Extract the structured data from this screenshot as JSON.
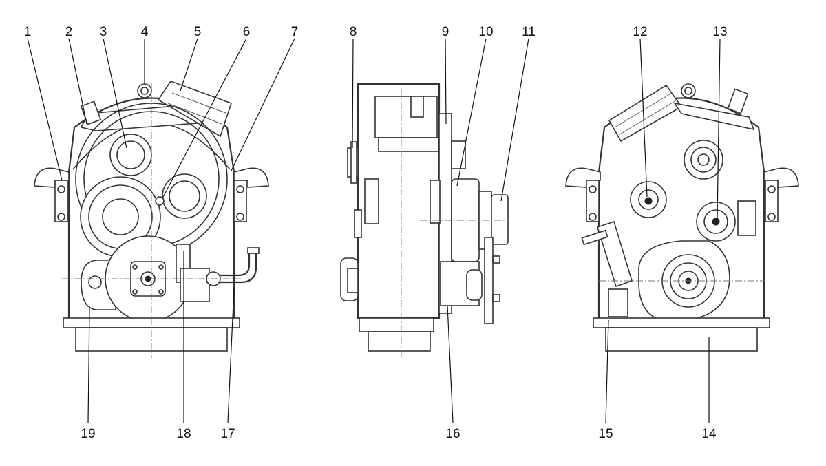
{
  "views": [
    {
      "name": "left-view-gearbox-front"
    },
    {
      "name": "middle-view-gearbox-side"
    },
    {
      "name": "right-view-gearbox-rear"
    }
  ],
  "callouts": [
    "1",
    "2",
    "3",
    "4",
    "5",
    "6",
    "7",
    "8",
    "9",
    "10",
    "11",
    "12",
    "13",
    "14",
    "15",
    "16",
    "17",
    "18",
    "19"
  ]
}
